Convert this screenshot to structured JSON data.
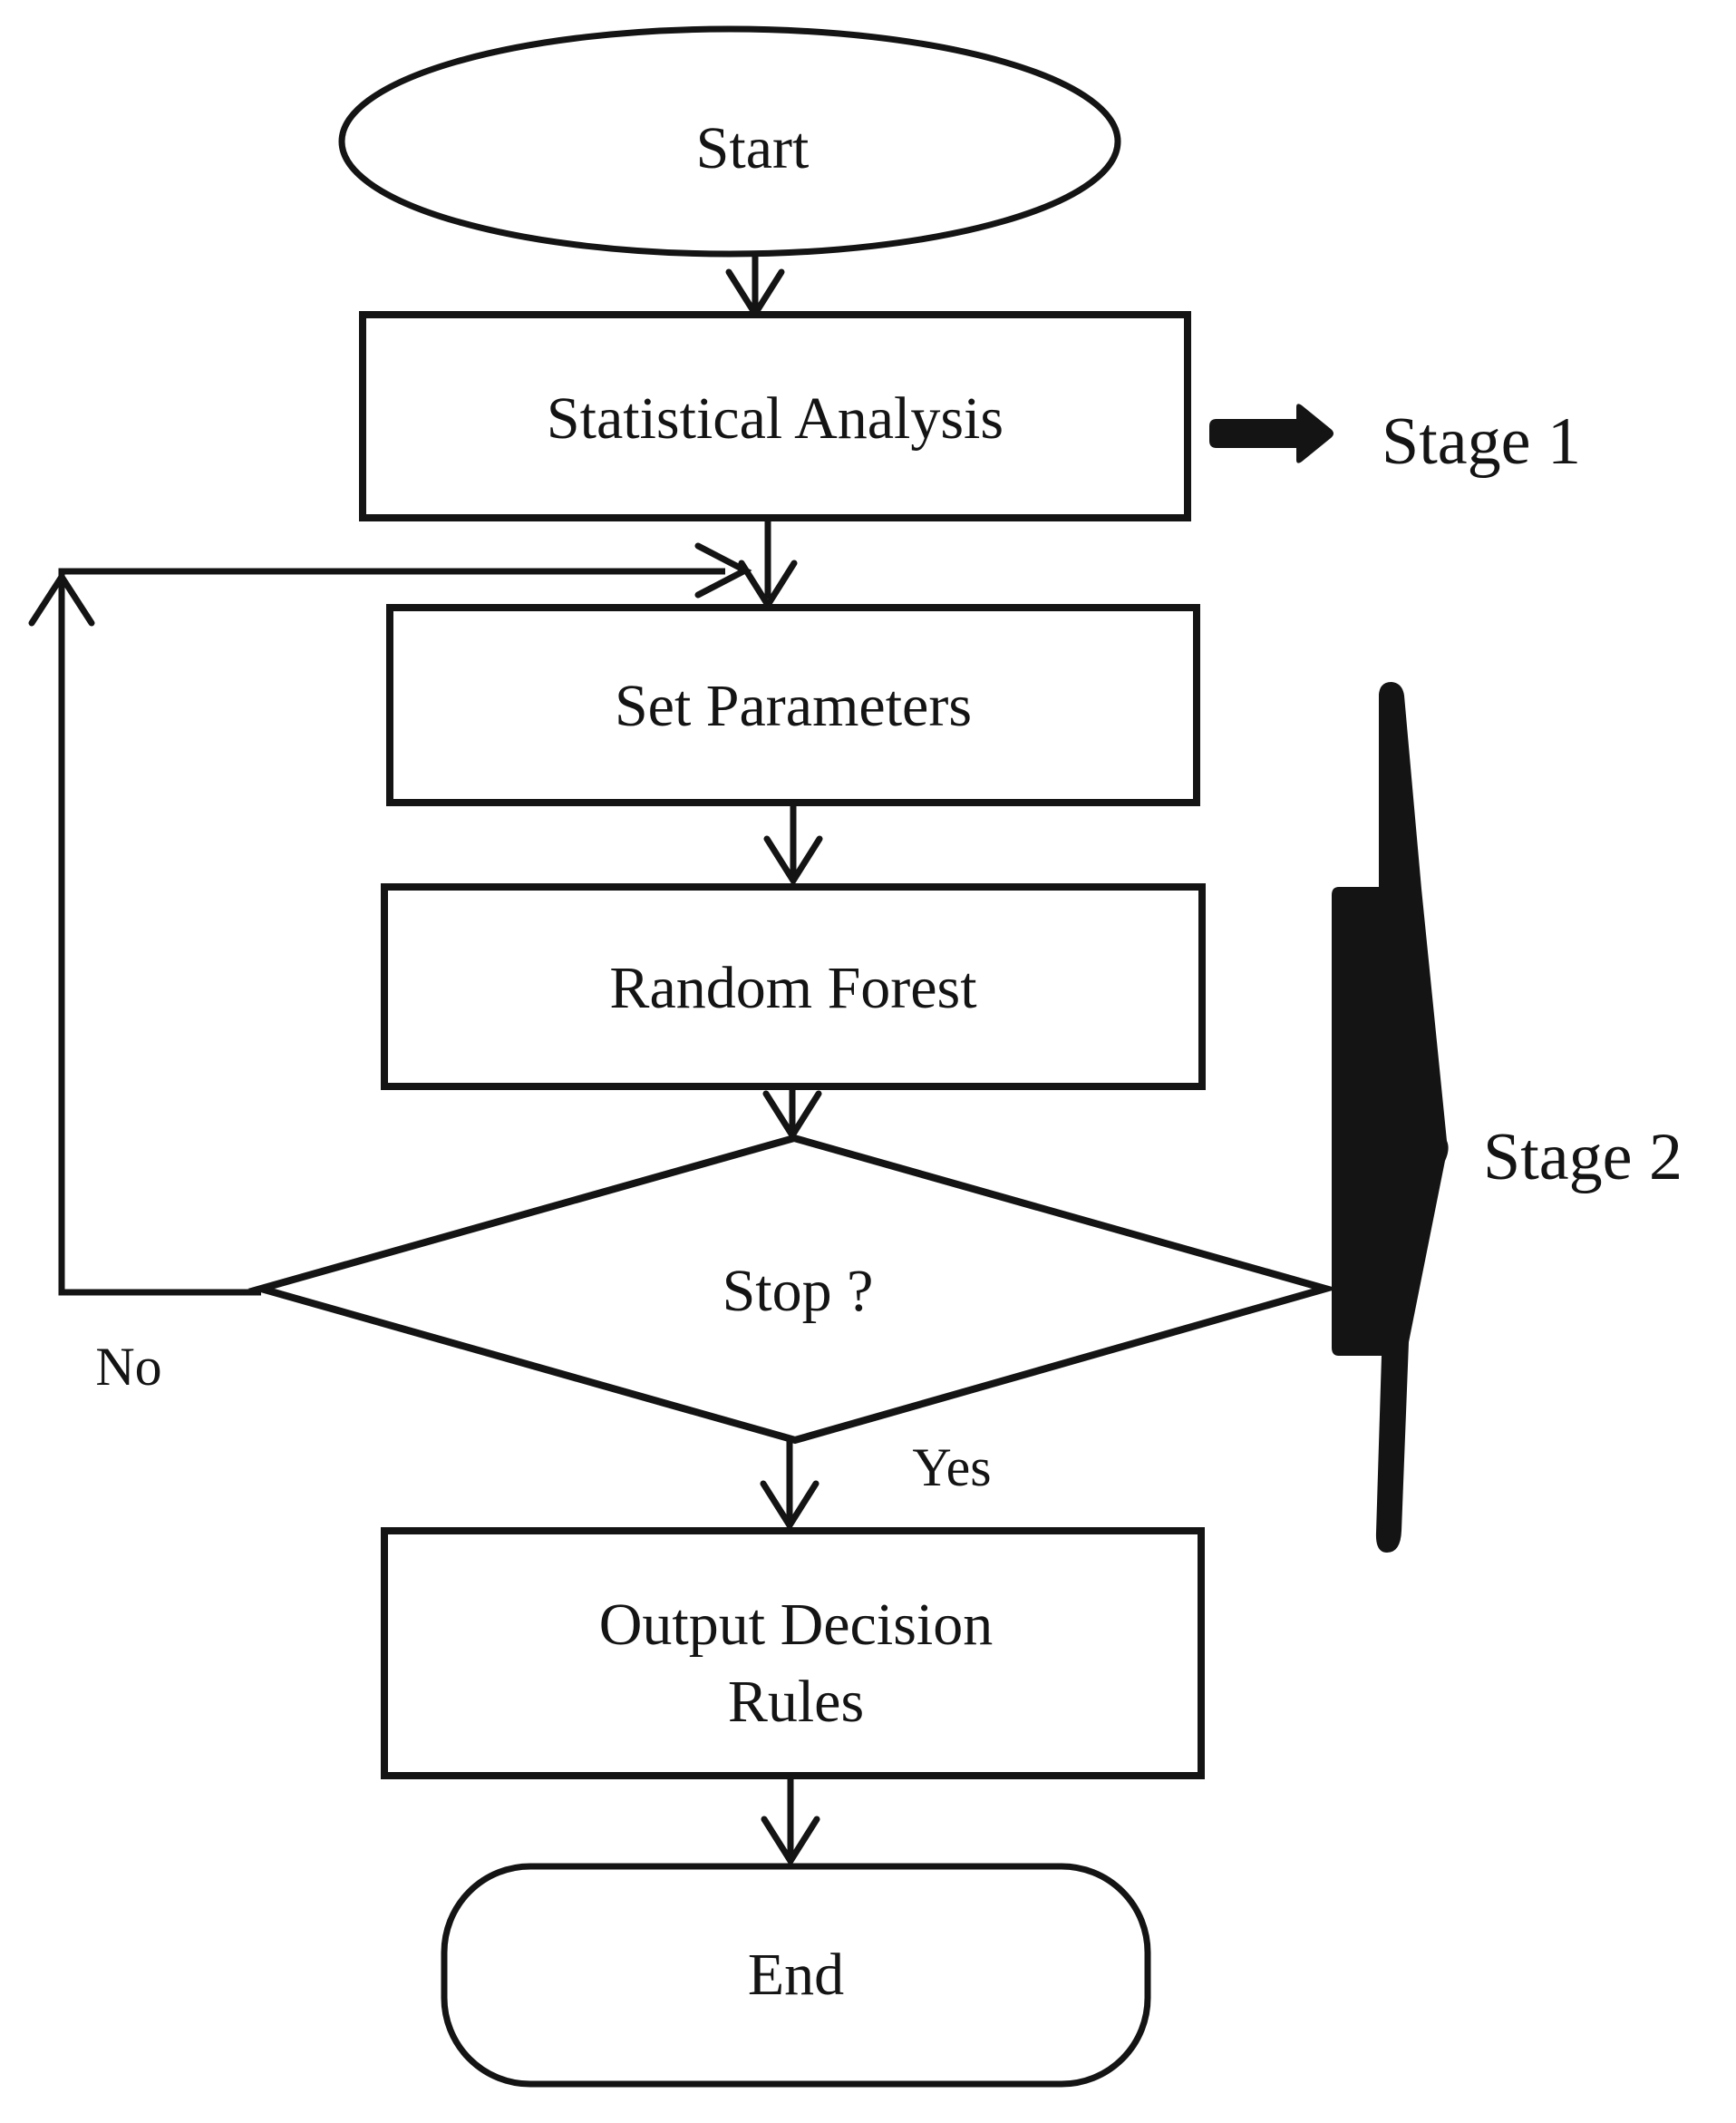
{
  "figure": {
    "type": "flowchart",
    "nodes": {
      "start": "Start",
      "statistical_analysis": "Statistical Analysis",
      "set_parameters": "Set Parameters",
      "random_forest": "Random Forest",
      "stop_decision": "Stop ?",
      "output_decision_rules_line1": "Output Decision",
      "output_decision_rules_line2": "Rules",
      "end": "End"
    },
    "edge_labels": {
      "no": "No",
      "yes": "Yes"
    },
    "stage_labels": {
      "stage1": "Stage 1",
      "stage2": "Stage 2"
    },
    "flow": [
      "Start -> Statistical Analysis",
      "Statistical Analysis -> Set Parameters",
      "Set Parameters -> Random Forest",
      "Random Forest -> Stop ?",
      "Stop ? -No-> Set Parameters",
      "Stop ? -Yes-> Output Decision Rules",
      "Output Decision Rules -> End"
    ],
    "colors": {
      "line": "#141414",
      "text": "#141414",
      "node_fill": "#ffffff",
      "background": "#ffffff"
    }
  }
}
